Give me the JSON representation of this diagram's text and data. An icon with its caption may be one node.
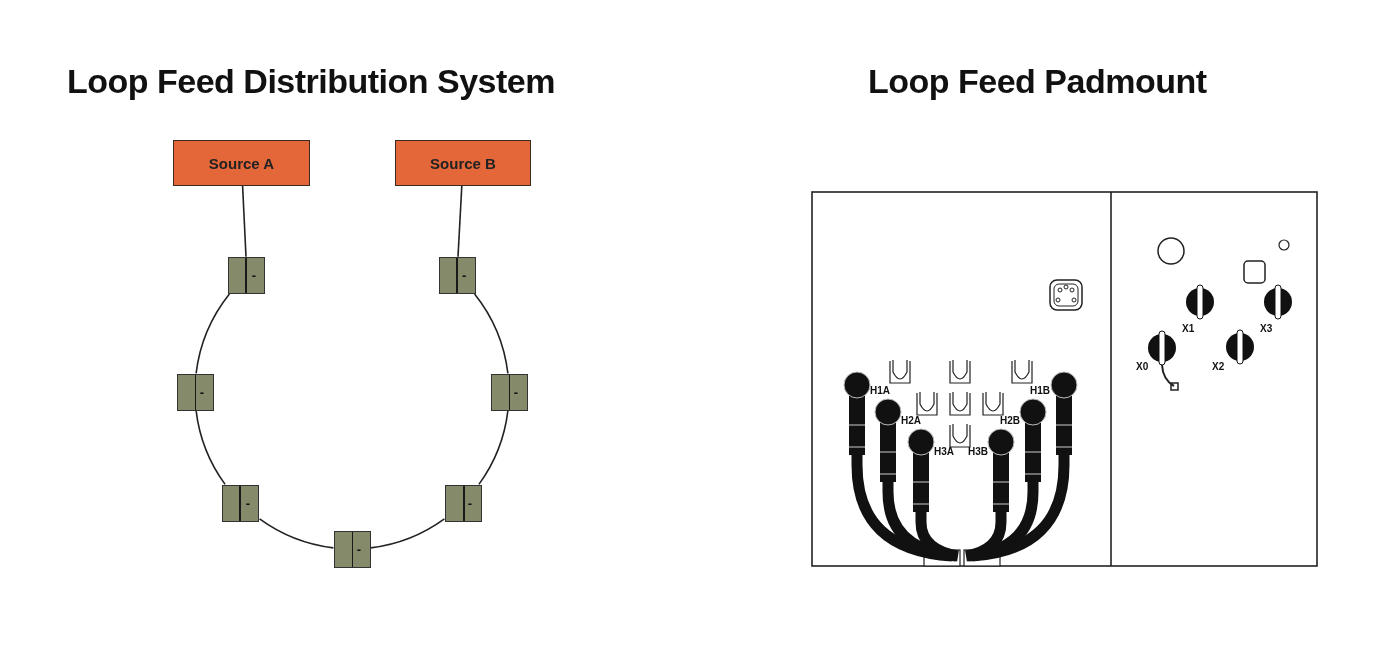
{
  "diagram": {
    "nodes": [
      {
        "text": [
          "Source A"
        ]
      },
      {
        "text": [
          "Source B"
        ]
      },
      {
        "text": [
          "-"
        ]
      },
      {
        "text": [
          "-"
        ]
      },
      {
        "text": [
          "-"
        ]
      },
      {
        "text": [
          "-"
        ]
      },
      {
        "text": [
          "-"
        ]
      },
      {
        "text": [
          "-"
        ]
      },
      {
        "text": [
          "-"
        ]
      }
    ],
    "edges": [
      {
        "from": 0,
        "to": 2,
        "arrow": "none"
      },
      {
        "from": 2,
        "to": 4,
        "arrow": "none"
      },
      {
        "from": 4,
        "to": 6,
        "arrow": "none"
      },
      {
        "from": 6,
        "to": 8,
        "arrow": "none"
      },
      {
        "from": 8,
        "to": 7,
        "arrow": "none"
      },
      {
        "from": 7,
        "to": 5,
        "arrow": "none"
      },
      {
        "from": 5,
        "to": 3,
        "arrow": "none"
      },
      {
        "from": 3,
        "to": 1,
        "arrow": "none"
      }
    ],
    "labels": [
      "Loop Feed Distribution System",
      "Loop Feed Padmount",
      "H1A",
      "H1B",
      "H2A",
      "H2B",
      "H3A",
      "H3B",
      "X1",
      "X3",
      "X0",
      "X2"
    ]
  }
}
